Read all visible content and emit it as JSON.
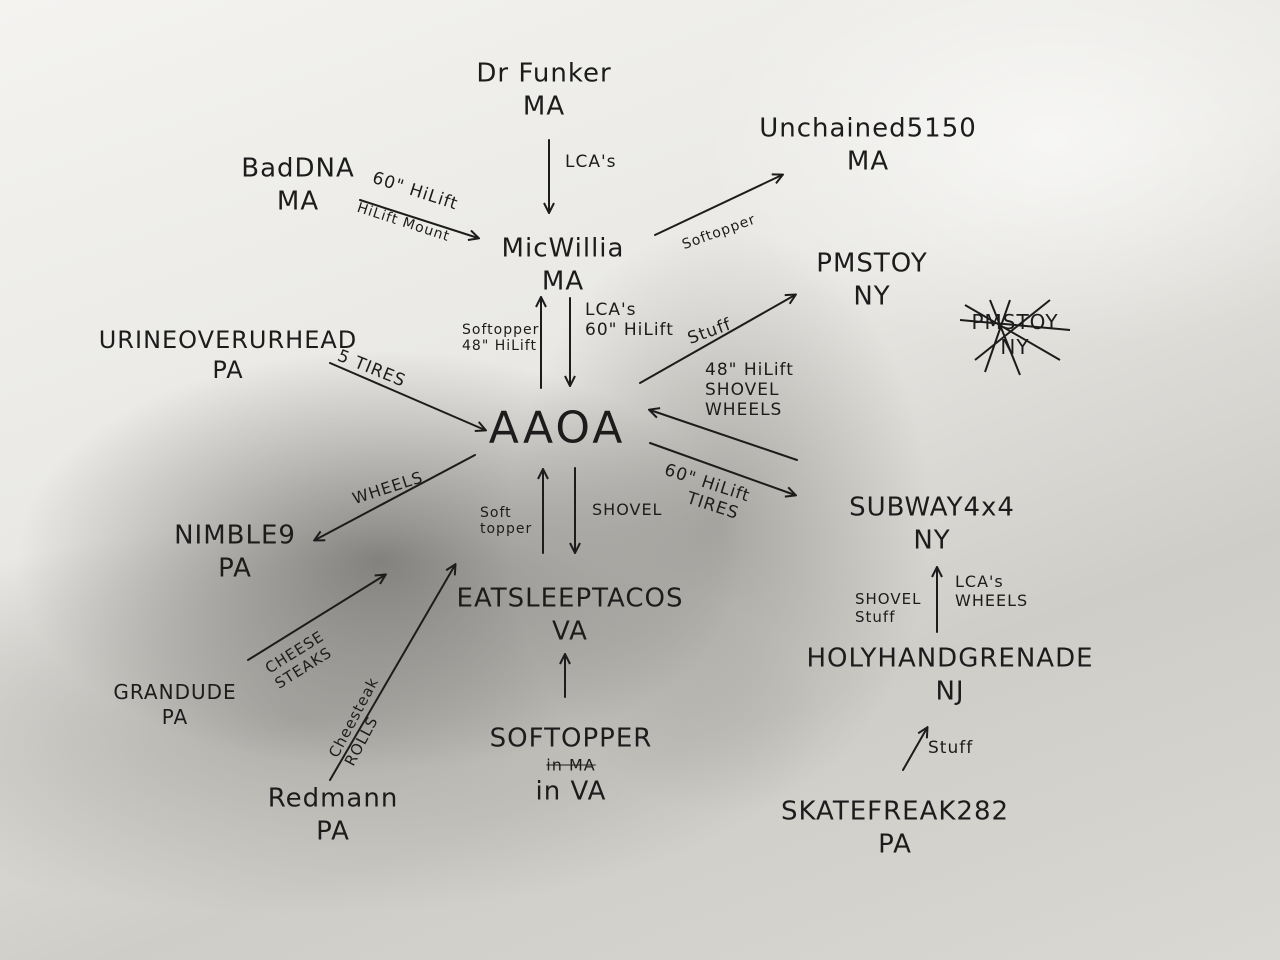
{
  "diagram": {
    "center": "AAOA",
    "nodes": {
      "drfunker": {
        "name": "Dr Funker",
        "state": "MA"
      },
      "unchained": {
        "name": "Unchained5150",
        "state": "MA"
      },
      "baddna": {
        "name": "BadDNA",
        "state": "MA"
      },
      "micwillia": {
        "name": "MicWillia",
        "state": "MA"
      },
      "pmstoy": {
        "name": "PMSTOY",
        "state": "NY"
      },
      "pmstoy_crossed": {
        "name": "PMSTOY",
        "state": "NY"
      },
      "urine": {
        "name": "URINEOVERURHEAD",
        "state": "PA"
      },
      "nimble9": {
        "name": "NIMBLE9",
        "state": "PA"
      },
      "subway": {
        "name": "SUBWAY4x4",
        "state": "NY"
      },
      "eatsleep": {
        "name": "EATSLEEPTACOS",
        "state": "VA"
      },
      "holyhand": {
        "name": "HOLYHANDGRENADE",
        "state": "NJ"
      },
      "grandude": {
        "name": "GRANDUDE",
        "state": "PA"
      },
      "redmann": {
        "name": "Redmann",
        "state": "PA"
      },
      "softopper": {
        "name": "SOFTOPPER",
        "struck": "in MA",
        "state": "in VA"
      },
      "skatefreak": {
        "name": "SKATEFREAK282",
        "state": "PA"
      }
    },
    "labels": {
      "lcas_top": "LCA's",
      "hilift60_a": "60\" HiLift",
      "hilift_mount": "HiLift Mount",
      "softopper_ne": "Softopper",
      "mic_left_1": "Softopper",
      "mic_left_2": "48\" HiLift",
      "mic_right_1": "LCA's",
      "mic_right_2": "60\" HiLift",
      "stuff_pm": "Stuff",
      "urine_tires": "5 TIRES",
      "sub_a1": "48\" HiLift",
      "sub_a2": "SHOVEL",
      "sub_a3": "WHEELS",
      "sub_b1": "60\" HiLift",
      "sub_b2": "TIRES",
      "wheels_nimble": "WHEELS",
      "soft_up_1": "Soft",
      "soft_up_2": "topper",
      "shovel_down": "SHOVEL",
      "cheese_1": "CHEESE",
      "cheese_2": "STEAKS",
      "redmann_1": "Cheesteak",
      "redmann_2": "ROLLS",
      "holy_left_1": "SHOVEL",
      "holy_left_2": "Stuff",
      "holy_right_1": "LCA's",
      "holy_right_2": "WHEELS",
      "skate_stuff": "Stuff"
    }
  }
}
